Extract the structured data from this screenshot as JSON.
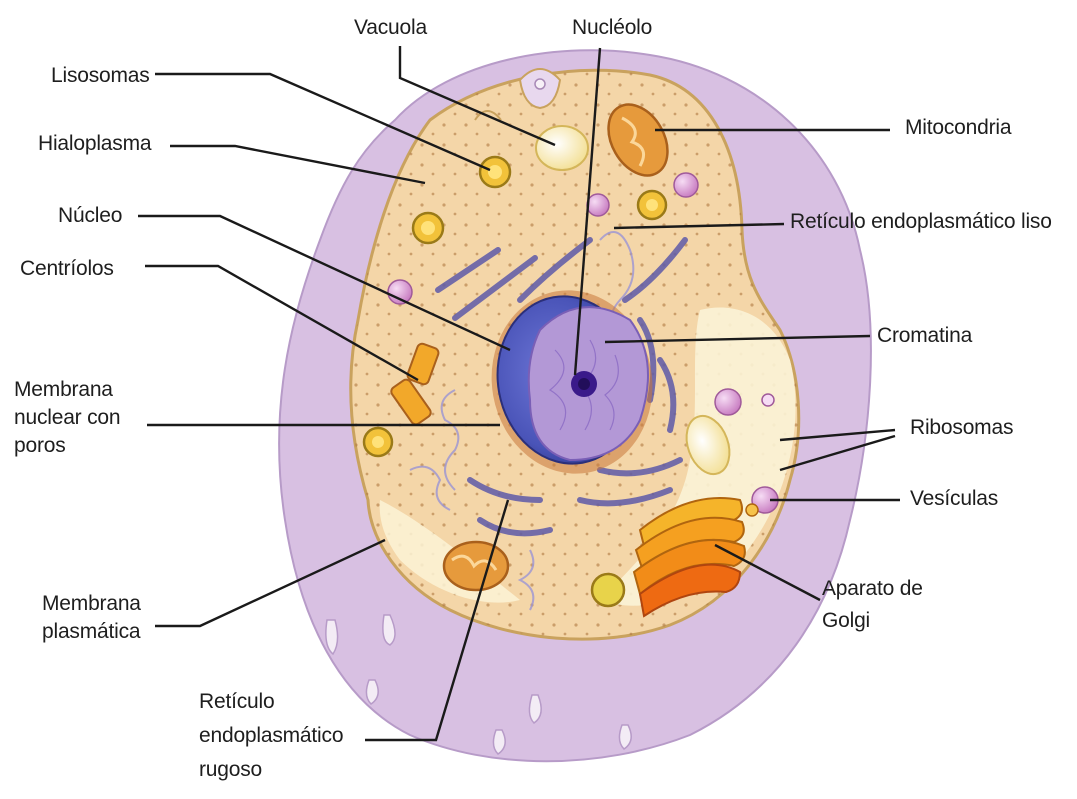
{
  "labels": {
    "vacuola": "Vacuola",
    "nucleolo": "Nucléolo",
    "lisosomas": "Lisosomas",
    "hialoplasma": "Hialoplasma",
    "nucleo": "Núcleo",
    "centriolos": "Centríolos",
    "membrana_nuclear": [
      "Membrana",
      "nuclear con",
      "poros"
    ],
    "membrana_plasmatica": [
      "Membrana",
      "plasmática"
    ],
    "reticulo_rugoso": [
      "Retículo",
      "endoplasmático",
      "rugoso"
    ],
    "mitocondria": "Mitocondria",
    "reticulo_liso": "Retículo endoplasmático liso",
    "cromatina": "Cromatina",
    "ribosomas": "Ribosomas",
    "vesiculas": "Vesículas",
    "aparato_golgi": [
      "Aparato de",
      "Golgi"
    ]
  },
  "colors": {
    "cell_outer": "#d8c0e2",
    "cytoplasm": "#f4d6a8",
    "cytoplasm_light": "#fbf3d6",
    "nucleus": "#4a54b8",
    "nucleolus": "#3a1a8a",
    "nucleoplasm": "#b398d6",
    "golgi": "#f0a020",
    "mitochondria": "#e69a3c",
    "vesicle": "#d89ad0",
    "leader": "#1a1a1a"
  }
}
